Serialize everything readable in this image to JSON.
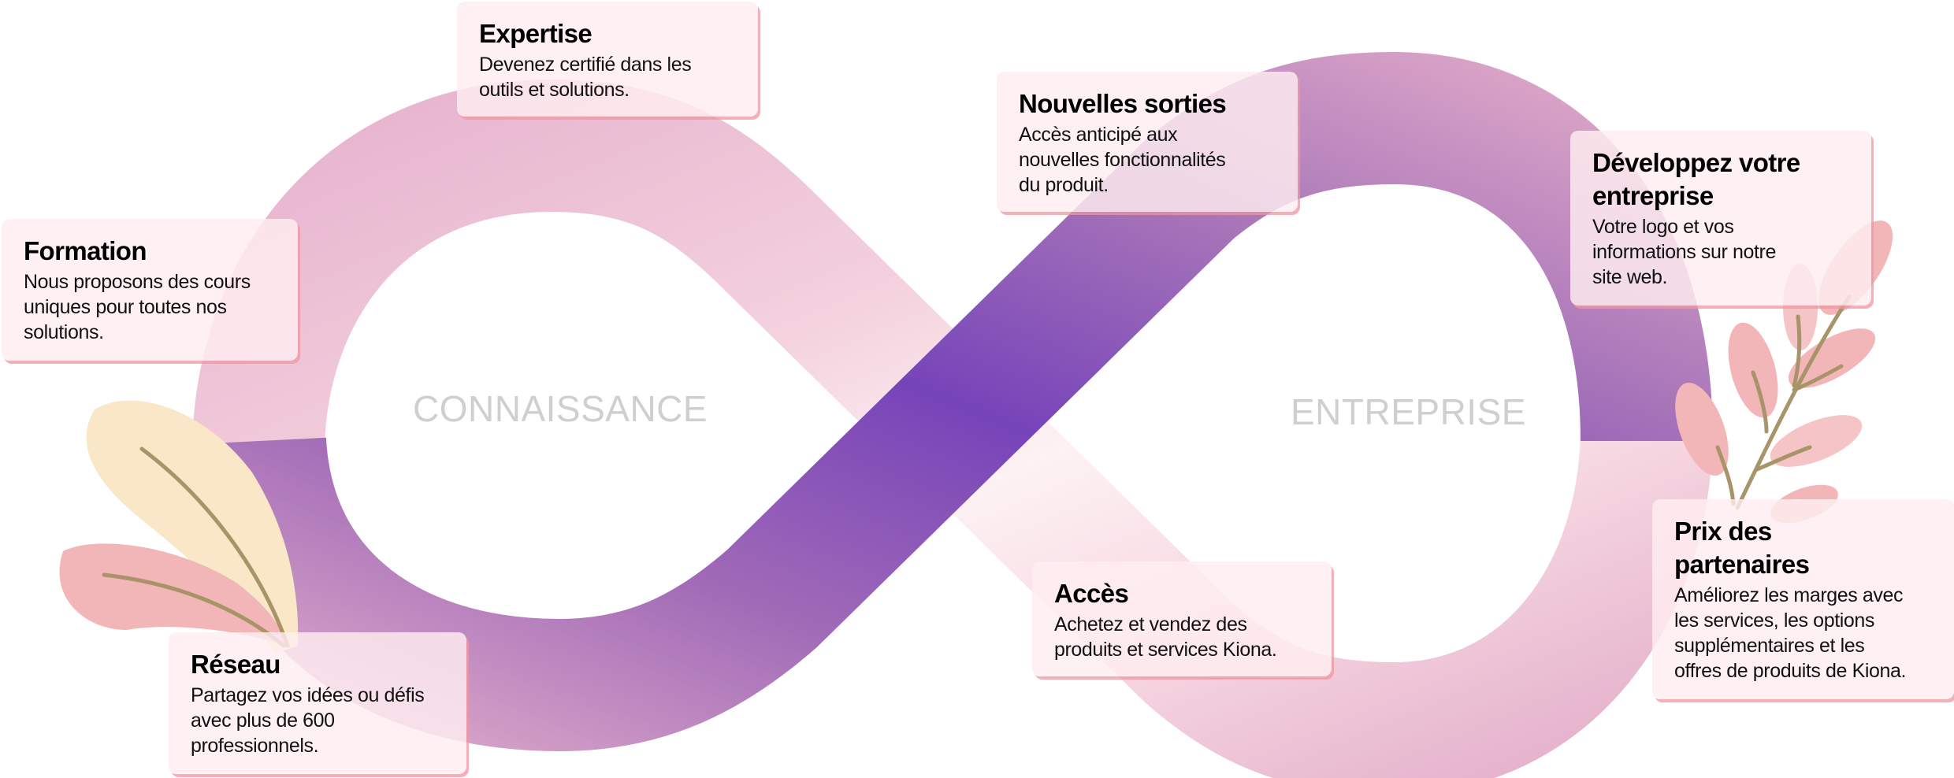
{
  "diagram": {
    "type": "infinity-loop",
    "colors": {
      "purple_dark": "#7644b9",
      "purple_mid": "#a66fb8",
      "pink_band": "#e3a9c8",
      "pink_light": "#f6dbe3",
      "card_bg": "#fdecee",
      "card_shadow": "#f0a0aa",
      "hub_text": "#cfcfcf",
      "leaf_pink": "#f2b6b8",
      "leaf_cream": "#f9e7c8",
      "stem": "#a89468"
    },
    "hubs": {
      "left": "CONNAISSANCE",
      "right": "ENTREPRISE"
    }
  },
  "cards": {
    "expertise": {
      "title": "Expertise",
      "lines": [
        "Devenez certifié dans les",
        "outils et solutions."
      ]
    },
    "formation": {
      "title": "Formation",
      "lines": [
        "Nous proposons des cours",
        "uniques pour toutes nos",
        "solutions."
      ]
    },
    "reseau": {
      "title": "Réseau",
      "lines": [
        "Partagez vos idées ou défis",
        "avec plus de 600",
        "professionnels."
      ]
    },
    "nouvelles_sorties": {
      "title": "Nouvelles sorties",
      "lines": [
        "Accès anticipé aux",
        "nouvelles fonctionnalités",
        "du produit."
      ]
    },
    "acces": {
      "title": "Accès",
      "lines": [
        "Achetez et vendez des",
        "produits et services Kiona."
      ]
    },
    "developpez": {
      "title_lines": [
        "Développez votre",
        "entreprise"
      ],
      "lines": [
        "Votre logo et vos",
        "informations sur notre",
        "site web."
      ]
    },
    "prix": {
      "title_lines": [
        "Prix des",
        "partenaires"
      ],
      "lines": [
        "Améliorez les marges avec",
        "les services, les options",
        "supplémentaires et les",
        "offres de produits de Kiona."
      ]
    }
  }
}
